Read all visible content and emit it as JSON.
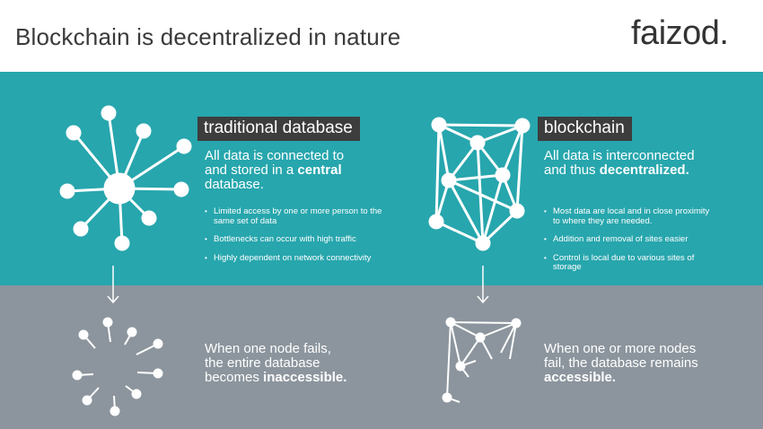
{
  "title": "Blockchain is decentralized in nature",
  "logo": "faizod.",
  "traditional": {
    "label": "traditional database",
    "lead_1": "All data is connected to",
    "lead_2": "and stored in a",
    "lead_2_bold": "central",
    "lead_3": "database.",
    "bullets": [
      "Limited access by one or more person to the same set of data",
      "Bottlenecks can occur with high traffic",
      "Highly dependent on network connectivity"
    ],
    "outcome_1": "When one node fails,",
    "outcome_2": "the entire database",
    "outcome_3": "becomes",
    "outcome_3_bold": "inaccessible."
  },
  "blockchain": {
    "label": "blockchain",
    "lead_1": "All data is interconnected",
    "lead_2": "and thus",
    "lead_2_bold": "decentralized.",
    "bullets": [
      "Most data are local and in close proximity to where they are needed.",
      "Addition and removal of sites easier",
      "Control is local due to various sites of storage"
    ],
    "outcome_1": "When one or more nodes",
    "outcome_2": "fail, the database remains",
    "outcome_3_bold": "accessible."
  },
  "colors": {
    "teal": "#27a6ad",
    "grey": "#8c959d",
    "label_bg": "#3d3d3d",
    "text_dark": "#3a3a3a"
  }
}
